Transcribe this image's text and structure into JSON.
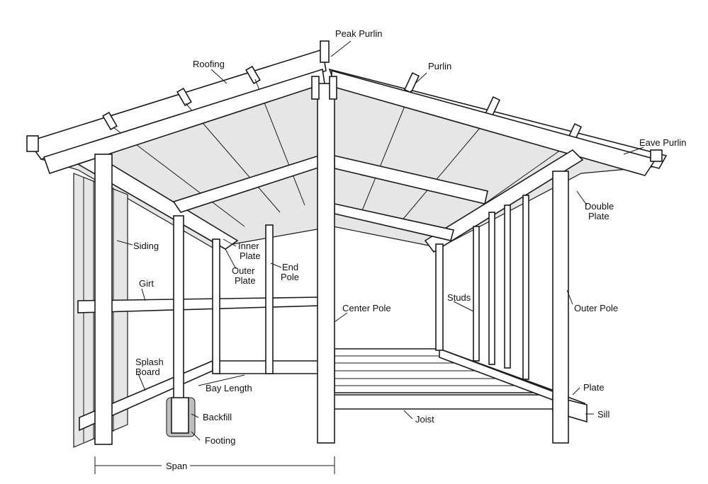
{
  "labels": {
    "peak_purlin": "Peak Purlin",
    "roofing": "Roofing",
    "purlin": "Purlin",
    "eave_purlin": "Eave Purlin",
    "double_plate_line1": "Double",
    "double_plate_line2": "Plate",
    "siding": "Siding",
    "inner_plate_line1": "Inner",
    "inner_plate_line2": "Plate",
    "outer_plate_line1": "Outer",
    "outer_plate_line2": "Plate",
    "end_pole_line1": "End",
    "end_pole_line2": "Pole",
    "girt": "Girt",
    "center_pole": "Center Pole",
    "studs": "Studs",
    "outer_pole": "Outer Pole",
    "splash_board_line1": "Splash",
    "splash_board_line2": "Board",
    "bay_length": "Bay Length",
    "backfill": "Backfill",
    "footing": "Footing",
    "plate": "Plate",
    "sill": "Sill",
    "joist": "Joist",
    "span": "Span"
  }
}
